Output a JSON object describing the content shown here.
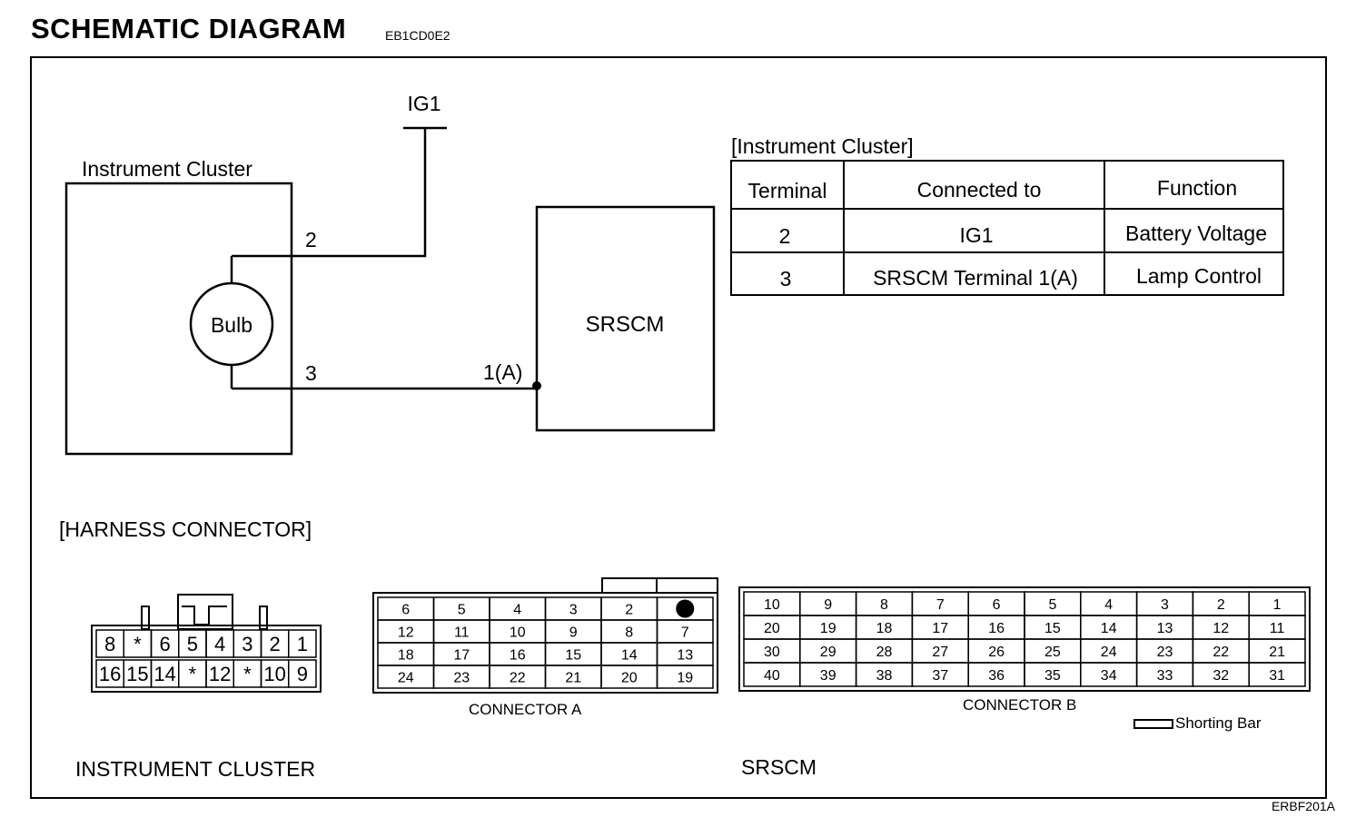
{
  "header": {
    "title": "SCHEMATIC  DIAGRAM",
    "code": "EB1CD0E2"
  },
  "schematic": {
    "ig1_label": "IG1",
    "cluster_label": "Instrument Cluster",
    "bulb_label": "Bulb",
    "terminal_2": "2",
    "terminal_3": "3",
    "srscm_label": "SRSCM",
    "srscm_pin": "1(A)"
  },
  "cluster_table": {
    "title": "[Instrument Cluster]",
    "headers": [
      "Terminal",
      "Connected to",
      "Function"
    ],
    "rows": [
      [
        "2",
        "IG1",
        "Battery Voltage"
      ],
      [
        "3",
        "SRSCM Terminal 1(A)",
        "Lamp Control"
      ]
    ]
  },
  "harness": {
    "title": "[HARNESS CONNECTOR]",
    "cluster_connector": {
      "row1": [
        "8",
        "*",
        "6",
        "5",
        "4",
        "3",
        "2",
        "1"
      ],
      "row2": [
        "16",
        "15",
        "14",
        "*",
        "12",
        "*",
        "10",
        "9"
      ]
    },
    "connector_a": {
      "label": "CONNECTOR A",
      "rows": [
        [
          "6",
          "5",
          "4",
          "3",
          "2",
          "●"
        ],
        [
          "12",
          "11",
          "10",
          "9",
          "8",
          "7"
        ],
        [
          "18",
          "17",
          "16",
          "15",
          "14",
          "13"
        ],
        [
          "24",
          "23",
          "22",
          "21",
          "20",
          "19"
        ]
      ]
    },
    "connector_b": {
      "label": "CONNECTOR B",
      "rows": [
        [
          "10",
          "9",
          "8",
          "7",
          "6",
          "5",
          "4",
          "3",
          "2",
          "1"
        ],
        [
          "20",
          "19",
          "18",
          "17",
          "16",
          "15",
          "14",
          "13",
          "12",
          "11"
        ],
        [
          "30",
          "29",
          "28",
          "27",
          "26",
          "25",
          "24",
          "23",
          "22",
          "21"
        ],
        [
          "40",
          "39",
          "38",
          "37",
          "36",
          "35",
          "34",
          "33",
          "32",
          "31"
        ]
      ]
    },
    "shorting_bar_label": "Shorting Bar",
    "cluster_caption": "INSTRUMENT CLUSTER",
    "srscm_caption": "SRSCM"
  },
  "figure_code": "ERBF201A"
}
